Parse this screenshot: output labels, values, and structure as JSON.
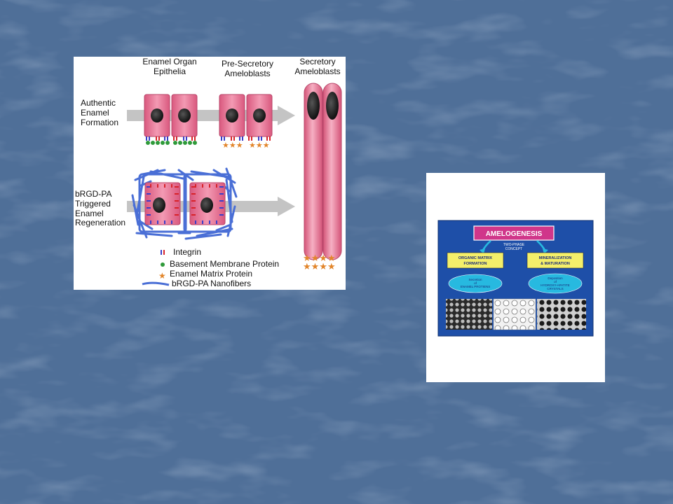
{
  "left_figure": {
    "stage_labels": [
      "Enamel Organ",
      "Epithelia",
      "Pre-Secretory",
      "Ameloblasts",
      "Secretory",
      "Ameloblasts"
    ],
    "row_labels": {
      "authentic": [
        "Authentic",
        "Enamel",
        "Formation"
      ],
      "brgd": [
        "bRGD-PA",
        "Triggered",
        "Enamel",
        "Regeneration"
      ]
    },
    "legend": [
      "Integrin",
      "Basement Membrane Protein",
      "Enamel Matrix Protein",
      "bRGD-PA Nanofibers"
    ],
    "colors": {
      "cell": "#e87a9a",
      "nucleus": "#222222",
      "arrow": "#bfbfbf",
      "integrin_blue": "#3a3ec8",
      "integrin_red": "#d8232a",
      "basement_green": "#2f9a3a",
      "matrix_orange": "#e2852a",
      "nanofiber": "#4a6fd6"
    }
  },
  "right_figure": {
    "title": "AMELOGENESIS",
    "concept": [
      "TWO-PHASE",
      "CONCEPT"
    ],
    "phase_left": [
      "ORGANIC MATRIX",
      "FORMATION"
    ],
    "phase_right": [
      "MINERALIZATION",
      "& MATURATION"
    ],
    "oval_left": [
      "Secretion",
      "of",
      "ENAMEL PROTIENS"
    ],
    "oval_right": [
      "Deposition",
      "of",
      "HYDROXY-APATITE",
      "CRYSTALS"
    ],
    "colors": {
      "background": "#1e4fa8",
      "title_box": "#d0368a",
      "phase_box": "#f4ef6a",
      "oval": "#27b9e0"
    }
  }
}
